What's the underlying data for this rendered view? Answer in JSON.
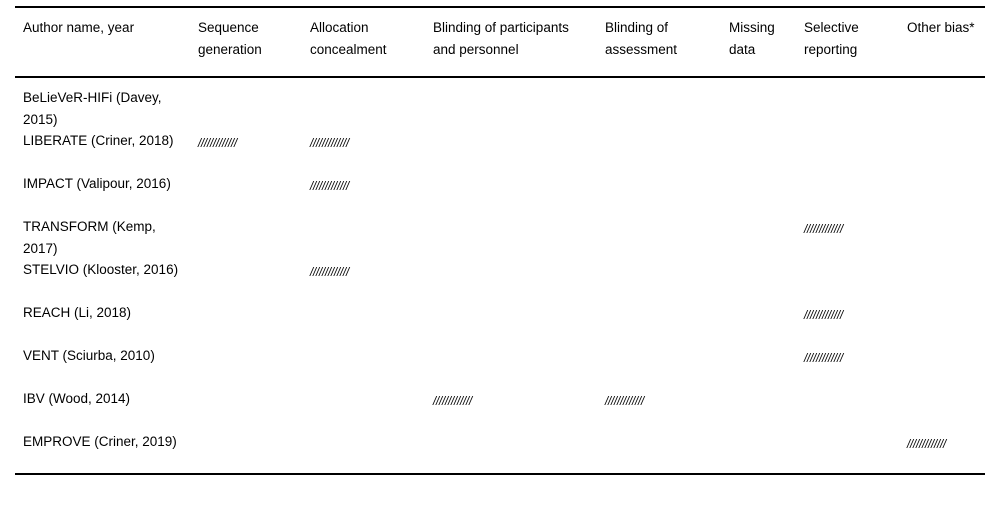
{
  "table": {
    "caption": "",
    "columns": [
      {
        "key": "study",
        "label": "Author name, year"
      },
      {
        "key": "sequence",
        "label": "Sequence generation"
      },
      {
        "key": "allocation",
        "label": "Allocation concealment"
      },
      {
        "key": "blind_part",
        "label": "Blinding of participants and personnel"
      },
      {
        "key": "blind_assess",
        "label": "Blinding of assessment"
      },
      {
        "key": "missing",
        "label": "Missing data"
      },
      {
        "key": "selective",
        "label": "Selective reporting"
      },
      {
        "key": "other",
        "label": "Other bias*"
      }
    ],
    "hatch_mark": "/////////////",
    "rows": [
      {
        "study": "BeLieVeR-HIFi (Davey, 2015)",
        "sequence": "",
        "allocation": "",
        "blind_part": "",
        "blind_assess": "",
        "missing": "",
        "selective": "",
        "other": ""
      },
      {
        "study": "LIBERATE (Criner, 2018)",
        "sequence": "/////////////",
        "allocation": "/////////////",
        "blind_part": "",
        "blind_assess": "",
        "missing": "",
        "selective": "",
        "other": ""
      },
      {
        "study": "IMPACT (Valipour, 2016)",
        "sequence": "",
        "allocation": "/////////////",
        "blind_part": "",
        "blind_assess": "",
        "missing": "",
        "selective": "",
        "other": ""
      },
      {
        "study": "TRANSFORM (Kemp, 2017)",
        "sequence": "",
        "allocation": "",
        "blind_part": "",
        "blind_assess": "",
        "missing": "",
        "selective": "/////////////",
        "other": ""
      },
      {
        "study": "STELVIO (Klooster, 2016)",
        "sequence": "",
        "allocation": "/////////////",
        "blind_part": "",
        "blind_assess": "",
        "missing": "",
        "selective": "",
        "other": ""
      },
      {
        "study": "REACH (Li, 2018)",
        "sequence": "",
        "allocation": "",
        "blind_part": "",
        "blind_assess": "",
        "missing": "",
        "selective": "/////////////",
        "other": ""
      },
      {
        "study": "VENT (Sciurba, 2010)",
        "sequence": "",
        "allocation": "",
        "blind_part": "",
        "blind_assess": "",
        "missing": "",
        "selective": "/////////////",
        "other": ""
      },
      {
        "study": "IBV (Wood, 2014)",
        "sequence": "",
        "allocation": "",
        "blind_part": "/////////////",
        "blind_assess": "/////////////",
        "missing": "",
        "selective": "",
        "other": ""
      },
      {
        "study": "EMPROVE (Criner, 2019)",
        "sequence": "",
        "allocation": "",
        "blind_part": "",
        "blind_assess": "",
        "missing": "",
        "selective": "",
        "other": "/////////////"
      }
    ]
  }
}
